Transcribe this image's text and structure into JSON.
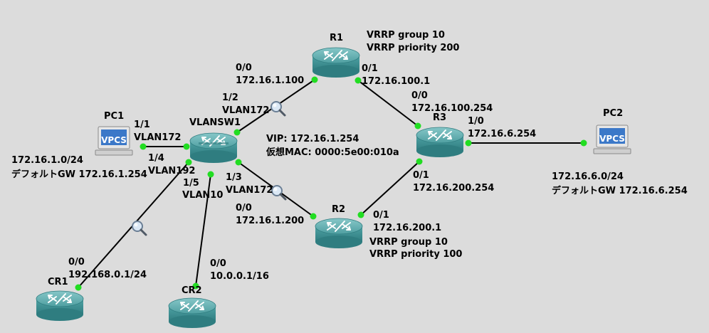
{
  "nodes": {
    "R1": {
      "name": "R1",
      "notes": [
        "VRRP group 10",
        "VRRP priority 200"
      ]
    },
    "R2": {
      "name": "R2",
      "notes": [
        "VRRP group 10",
        "VRRP priority 100"
      ]
    },
    "R3": {
      "name": "R3"
    },
    "VLANSW1": {
      "name": "VLANSW1"
    },
    "PC1": {
      "name": "PC1",
      "badge": "VPCS",
      "net": "172.16.1.0/24",
      "gw": "デフォルトGW 172.16.1.254"
    },
    "PC2": {
      "name": "PC2",
      "badge": "VPCS",
      "net": "172.16.6.0/24",
      "gw": "デフォルトGW 172.16.6.254"
    },
    "CR1": {
      "name": "CR1"
    },
    "CR2": {
      "name": "CR2"
    }
  },
  "interfaces": {
    "r1_00": {
      "port": "0/0",
      "ip": "172.16.1.100"
    },
    "r1_01": {
      "port": "0/1",
      "ip": "172.16.100.1"
    },
    "r3_00": {
      "port": "0/0",
      "ip": "172.16.100.254"
    },
    "r3_10": {
      "port": "1/0",
      "ip": "172.16.6.254"
    },
    "r3_01": {
      "port": "0/1",
      "ip": "172.16.200.254"
    },
    "r2_01": {
      "port": "0/1",
      "ip": "172.16.200.1"
    },
    "r2_00": {
      "port": "0/0",
      "ip": "172.16.1.200"
    },
    "sw_12": {
      "port": "1/2",
      "vlan": "VLAN172"
    },
    "sw_11": {
      "port": "1/1",
      "vlan": "VLAN172"
    },
    "sw_14": {
      "port": "1/4",
      "vlan": "VLAN192"
    },
    "sw_15": {
      "port": "1/5",
      "vlan": "VLAN10"
    },
    "sw_13": {
      "port": "1/3",
      "vlan": "VLAN172"
    },
    "cr1_00": {
      "port": "0/0",
      "ip": "192.168.0.1/24"
    },
    "cr2_00": {
      "port": "0/0",
      "ip": "10.0.0.1/16"
    }
  },
  "vrrp": {
    "vip": "VIP: 172.16.1.254",
    "vmac": "仮想MAC: 0000:5e00:010a"
  },
  "colors": {
    "background": "#dcdcdc",
    "router_body": "#3e9193",
    "router_top": "#6fb6b8",
    "link": "#000000",
    "endpoint": "#22dd22",
    "vpcs_badge": "#3b78c8"
  },
  "icons": [
    "router-icon",
    "switch-icon",
    "vpcs-pc-icon",
    "packet-capture-icon"
  ]
}
